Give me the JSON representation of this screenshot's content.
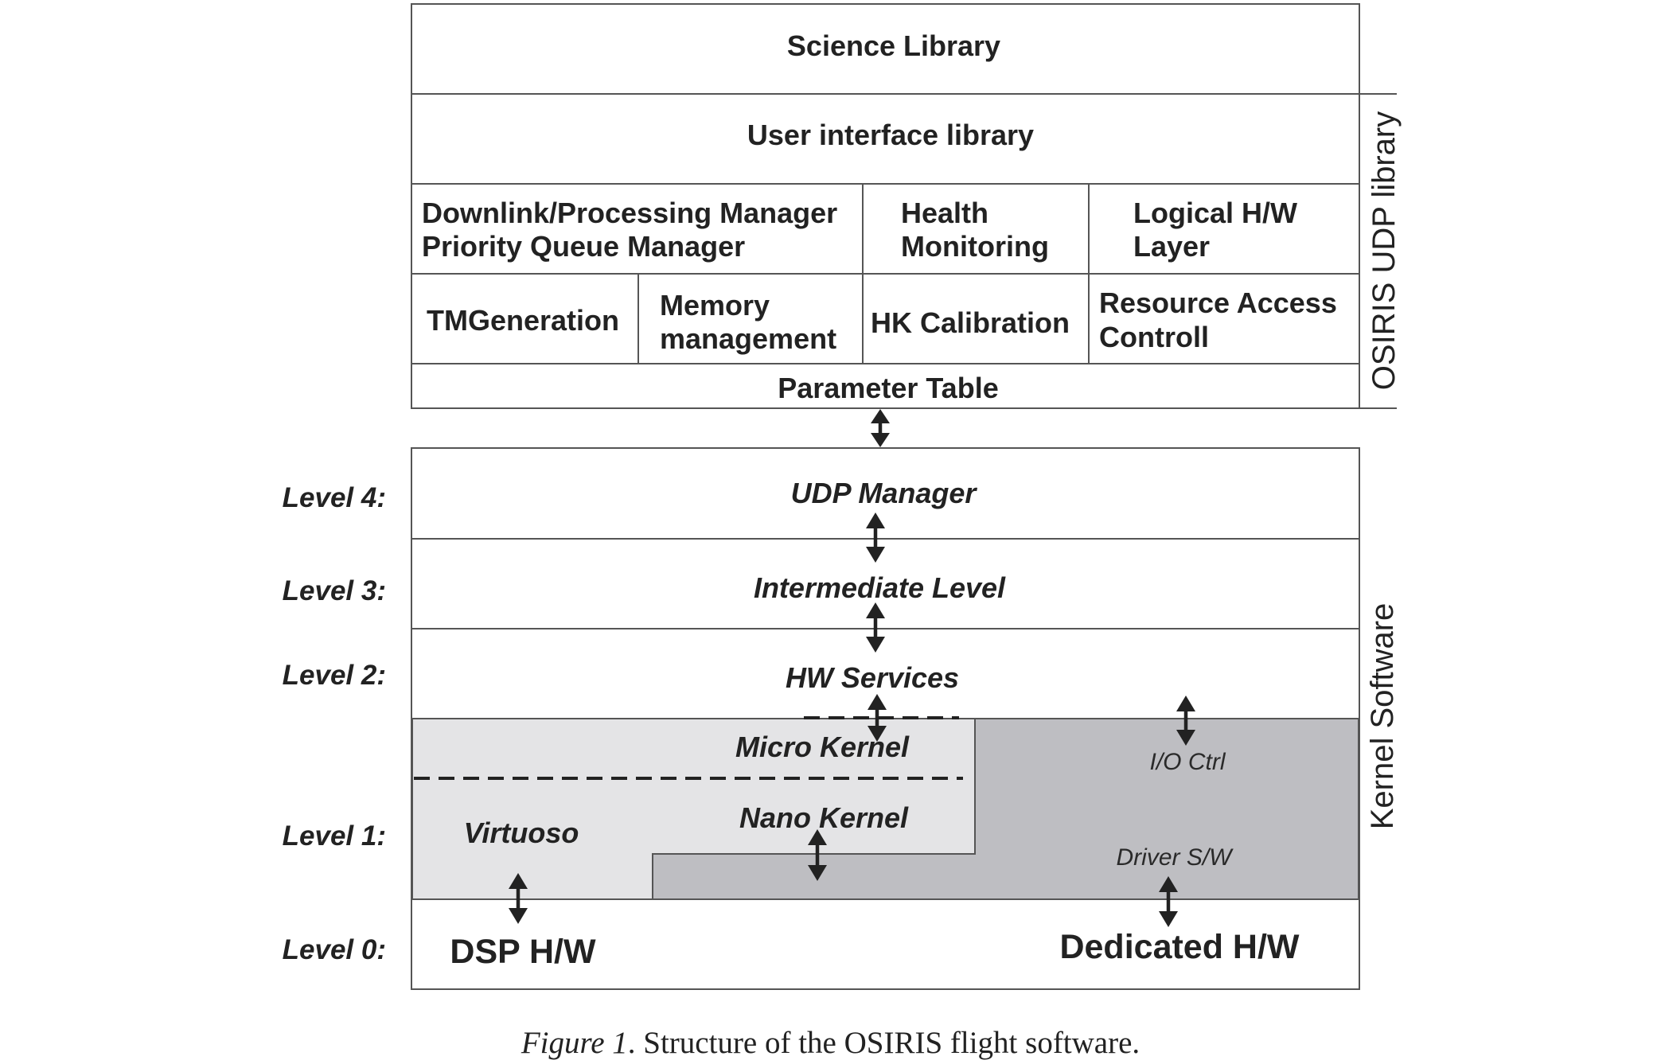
{
  "udp_library": {
    "side_label": "OSIRIS UDP library",
    "science_library": "Science Library",
    "user_interface_library": "User interface library",
    "downlink_manager_line1": "Downlink/Processing Manager",
    "downlink_manager_line2": "Priority Queue Manager",
    "health_monitoring_line1": "Health",
    "health_monitoring_line2": "Monitoring",
    "logical_hw_line1": "Logical H/W",
    "logical_hw_line2": "Layer",
    "tm_generation": "TMGeneration",
    "memory_line1": "Memory",
    "memory_line2": "management",
    "hk_calibration": "HK Calibration",
    "resource_access_line1": "Resource Access",
    "resource_access_line2": "Controll",
    "parameter_table": "Parameter Table"
  },
  "kernel": {
    "side_label": "Kernel Software",
    "udp_manager": "UDP Manager",
    "intermediate_level": "Intermediate Level",
    "hw_services": "HW Services",
    "micro_kernel": "Micro Kernel",
    "nano_kernel": "Nano Kernel",
    "virtuoso": "Virtuoso",
    "io_ctrl": "I/O Ctrl",
    "driver_sw": "Driver S/W",
    "dsp_hw": "DSP H/W",
    "dedicated_hw": "Dedicated H/W"
  },
  "levels": [
    "Level 4:",
    "Level 3:",
    "Level 2:",
    "Level 1:",
    "Level 0:"
  ],
  "colors": {
    "light_gray": "#e4e4e6",
    "dark_gray": "#bebec2",
    "ink": "#222222"
  },
  "caption": {
    "figure": "Figure 1",
    "text": ". Structure of the OSIRIS flight software."
  }
}
